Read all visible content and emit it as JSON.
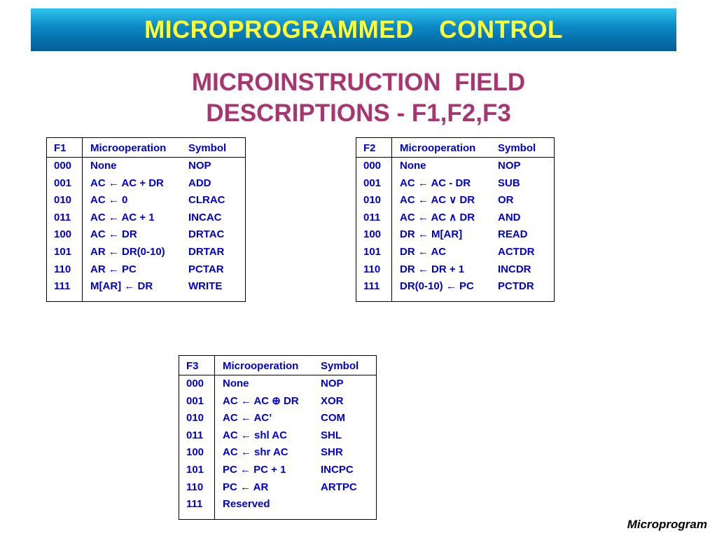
{
  "slide": {
    "title": "MICROPROGRAMMED  CONTROL",
    "subtitle_line1": "MICROINSTRUCTION  FIELD",
    "subtitle_line2": "DESCRIPTIONS - F1,F2,F3",
    "footer": "Microprogram"
  },
  "tables": {
    "f1": {
      "header": {
        "field": "F1",
        "op": "Microoperation",
        "sym": "Symbol"
      },
      "rows": [
        {
          "code": "000",
          "op": "None",
          "sym": "NOP"
        },
        {
          "code": "001",
          "op": "AC ← AC + DR",
          "sym": "ADD"
        },
        {
          "code": "010",
          "op": "AC ← 0",
          "sym": "CLRAC"
        },
        {
          "code": "011",
          "op": "AC ← AC + 1",
          "sym": "INCAC"
        },
        {
          "code": "100",
          "op": "AC ← DR",
          "sym": "DRTAC"
        },
        {
          "code": "101",
          "op": "AR ← DR(0-10)",
          "sym": "DRTAR"
        },
        {
          "code": "110",
          "op": "AR ← PC",
          "sym": "PCTAR"
        },
        {
          "code": "111",
          "op": "M[AR] ← DR",
          "sym": "WRITE"
        }
      ]
    },
    "f2": {
      "header": {
        "field": "F2",
        "op": "Microoperation",
        "sym": "Symbol"
      },
      "rows": [
        {
          "code": "000",
          "op": "None",
          "sym": "NOP"
        },
        {
          "code": "001",
          "op": "AC ← AC - DR",
          "sym": "SUB"
        },
        {
          "code": "010",
          "op": "AC ← AC ∨ DR",
          "sym": "OR"
        },
        {
          "code": "011",
          "op": "AC ← AC ∧ DR",
          "sym": "AND"
        },
        {
          "code": "100",
          "op": "DR ← M[AR]",
          "sym": "READ"
        },
        {
          "code": "101",
          "op": "DR ← AC",
          "sym": "ACTDR"
        },
        {
          "code": "110",
          "op": "DR ← DR + 1",
          "sym": "INCDR"
        },
        {
          "code": "111",
          "op": "DR(0-10) ← PC",
          "sym": "PCTDR"
        }
      ]
    },
    "f3": {
      "header": {
        "field": "F3",
        "op": "Microoperation",
        "sym": "Symbol"
      },
      "rows": [
        {
          "code": "000",
          "op": "None",
          "sym": "NOP"
        },
        {
          "code": "001",
          "op": "AC ← AC ⊕ DR",
          "sym": "XOR"
        },
        {
          "code": "010",
          "op": "AC ← AC’",
          "sym": "COM"
        },
        {
          "code": "011",
          "op": "AC ← shl AC",
          "sym": "SHL"
        },
        {
          "code": "100",
          "op": "AC ← shr AC",
          "sym": "SHR"
        },
        {
          "code": "101",
          "op": "PC ← PC + 1",
          "sym": "INCPC"
        },
        {
          "code": "110",
          "op": "PC ← AR",
          "sym": "ARTPC"
        },
        {
          "code": "111",
          "op": "Reserved",
          "sym": ""
        }
      ]
    }
  },
  "colors": {
    "banner_text": "#ffff33",
    "subtitle": "#a8356f",
    "table_text": "#0000cc"
  }
}
